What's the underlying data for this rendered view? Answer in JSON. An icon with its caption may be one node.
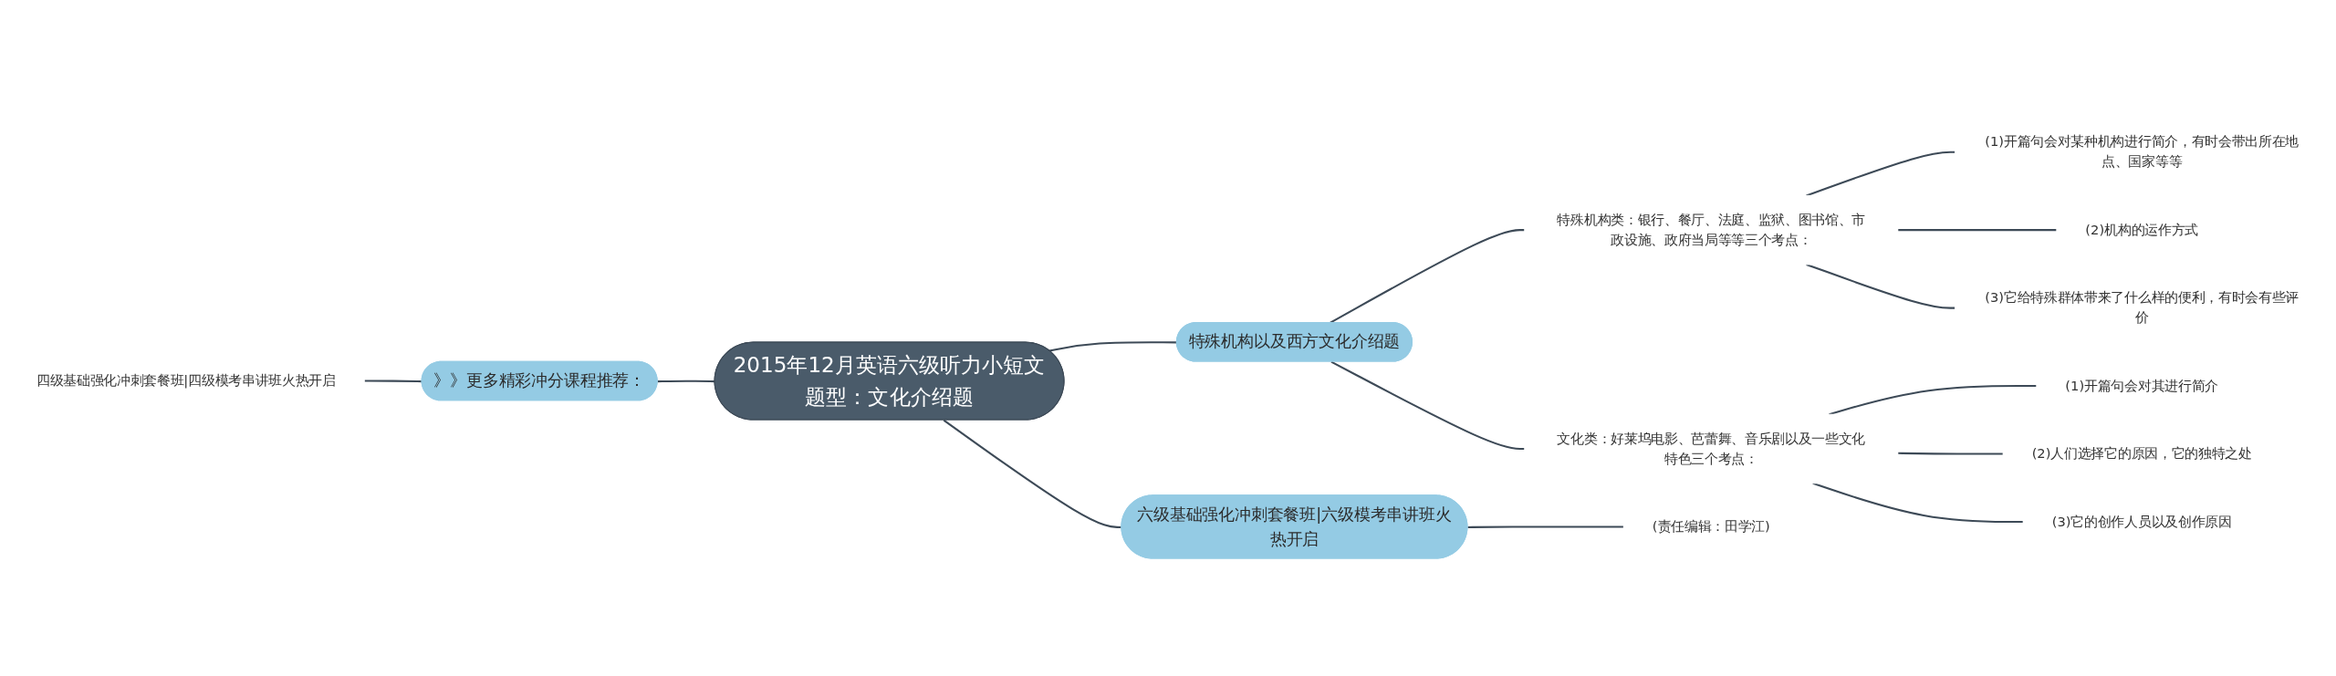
{
  "diagram": {
    "nodes": [
      {
        "text": [
          "2015年12月英语六级听力小短文题型：文化介绍题"
        ]
      },
      {
        "text": [
          "特殊机构以及西方文化介绍题"
        ]
      },
      {
        "text": [
          "特殊机构类：银行、餐厅、法庭、监狱、图书馆、市政设施、政府当局等等三个考点："
        ]
      },
      {
        "text": [
          "(1)开篇句会对某种机构进行简介，有时会带出所在地点、国家等等"
        ]
      },
      {
        "text": [
          "(2)机构的运作方式"
        ]
      },
      {
        "text": [
          "(3)它给特殊群体带来了什么样的便利，有时会有些评价"
        ]
      },
      {
        "text": [
          "文化类：好莱坞电影、芭蕾舞、音乐剧以及一些文化特色三个考点："
        ]
      },
      {
        "text": [
          "(1)开篇句会对其进行简介"
        ]
      },
      {
        "text": [
          "(2)人们选择它的原因，它的独特之处"
        ]
      },
      {
        "text": [
          "(3)它的创作人员以及创作原因"
        ]
      },
      {
        "text": [
          "六级基础强化冲刺套餐班|六级模考串讲班火热开启"
        ]
      },
      {
        "text": [
          "(责任编辑：田学江)"
        ]
      },
      {
        "text": [
          "》》更多精彩冲分课程推荐："
        ]
      },
      {
        "text": [
          "四级基础强化冲刺套餐班|四级模考串讲班火热开启"
        ]
      }
    ],
    "edges": [
      {
        "from": 0,
        "to": 1,
        "arrow": "none"
      },
      {
        "from": 1,
        "to": 2,
        "arrow": "none"
      },
      {
        "from": 2,
        "to": 3,
        "arrow": "none"
      },
      {
        "from": 2,
        "to": 4,
        "arrow": "none"
      },
      {
        "from": 2,
        "to": 5,
        "arrow": "none"
      },
      {
        "from": 1,
        "to": 6,
        "arrow": "none"
      },
      {
        "from": 6,
        "to": 7,
        "arrow": "none"
      },
      {
        "from": 6,
        "to": 8,
        "arrow": "none"
      },
      {
        "from": 6,
        "to": 9,
        "arrow": "none"
      },
      {
        "from": 0,
        "to": 10,
        "arrow": "none"
      },
      {
        "from": 10,
        "to": 11,
        "arrow": "none"
      },
      {
        "from": 12,
        "to": 0,
        "arrow": "none"
      },
      {
        "from": 13,
        "to": 12,
        "arrow": "none"
      }
    ]
  }
}
